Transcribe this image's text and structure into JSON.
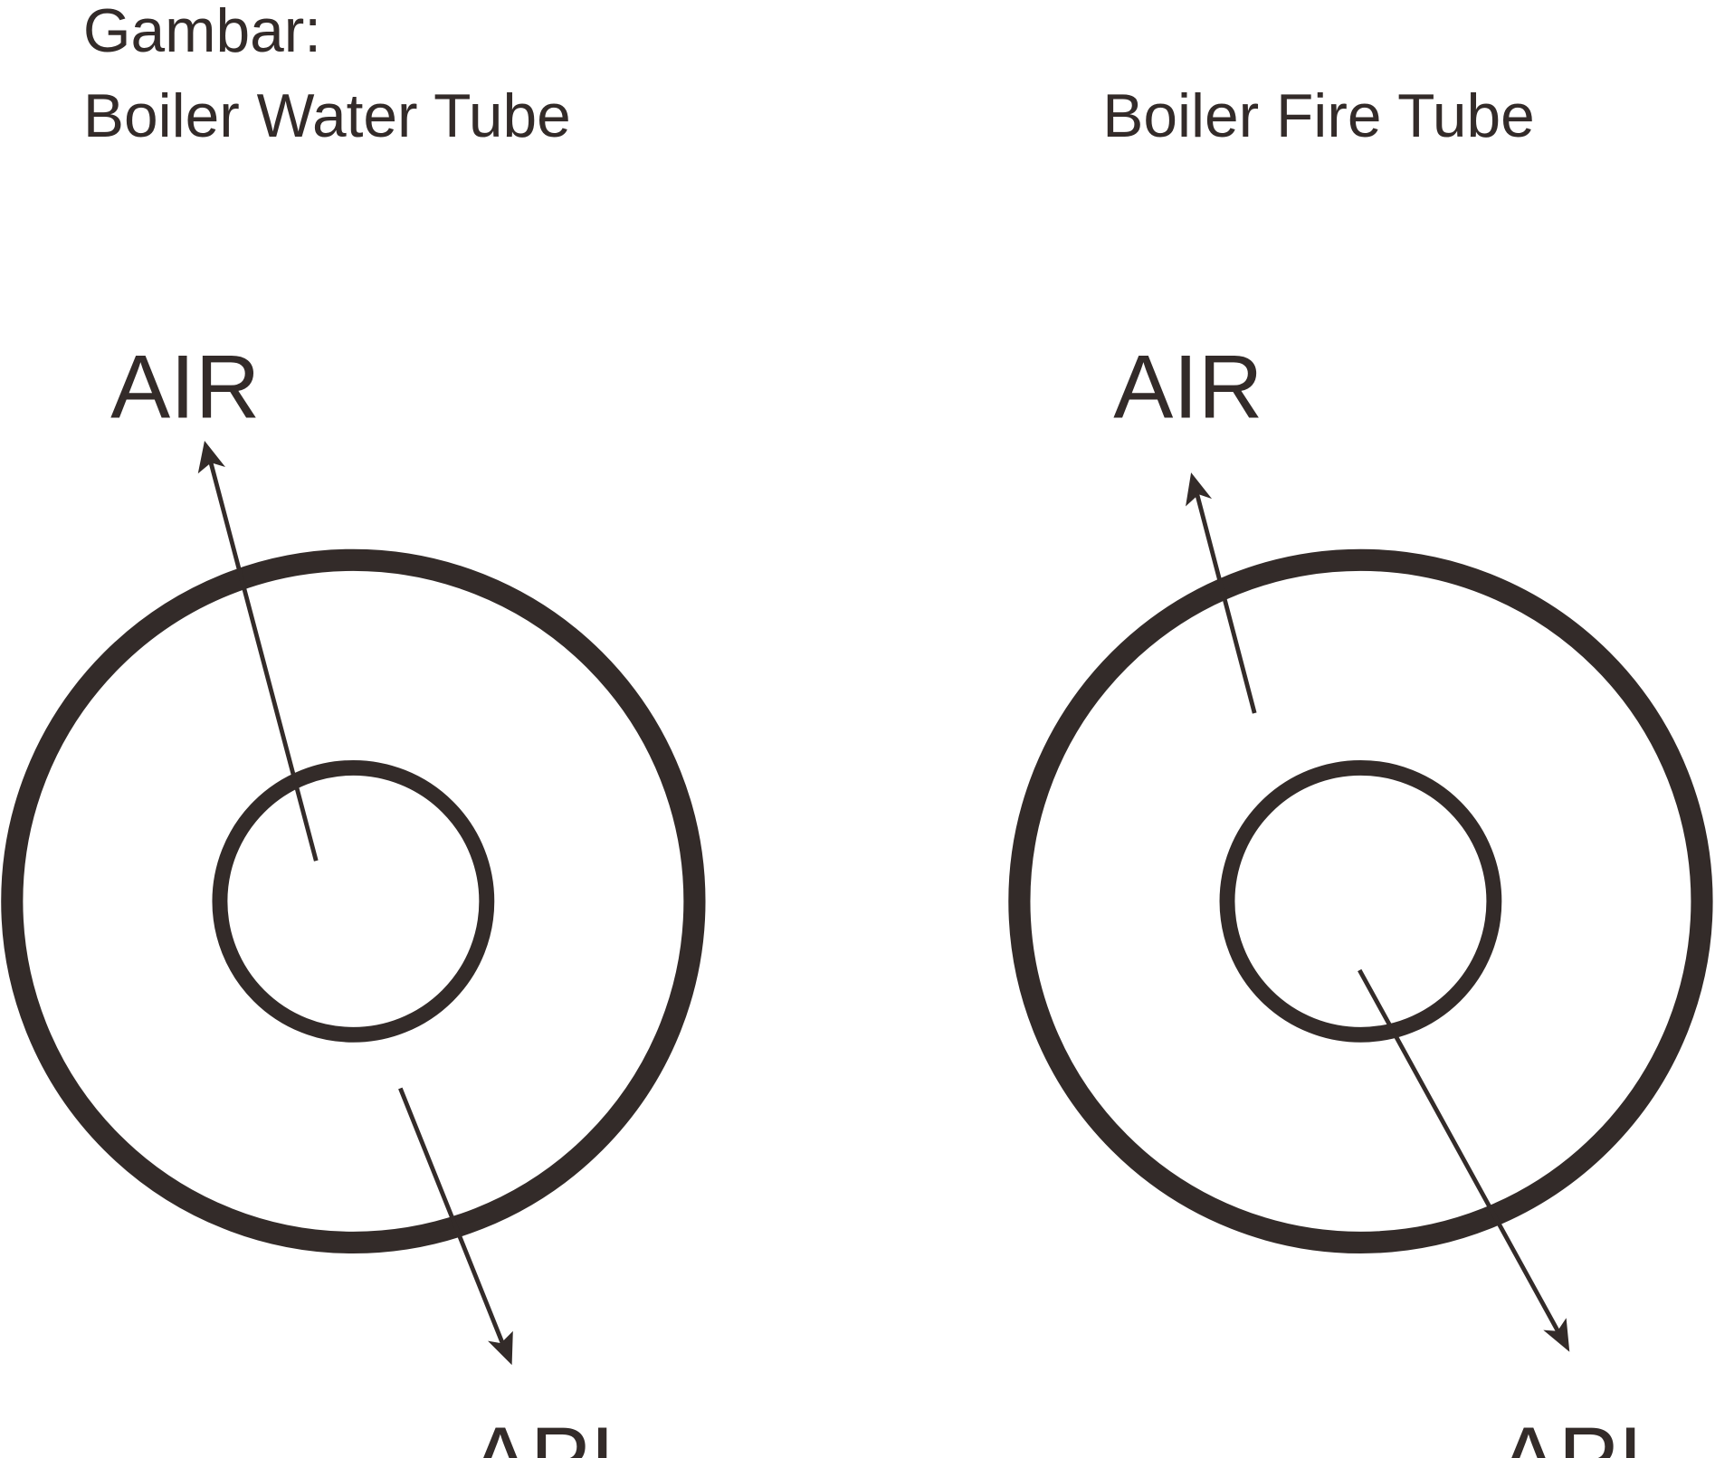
{
  "header": {
    "caption": "Gambar:",
    "left_title": "Boiler Water Tube",
    "right_title": "Boiler Fire Tube"
  },
  "left_diagram": {
    "water_label": "AIR",
    "fire_label": "API"
  },
  "right_diagram": {
    "water_label": "AIR",
    "fire_label": "API"
  },
  "colors": {
    "stroke": "#332b29",
    "background": "#ffffff"
  }
}
